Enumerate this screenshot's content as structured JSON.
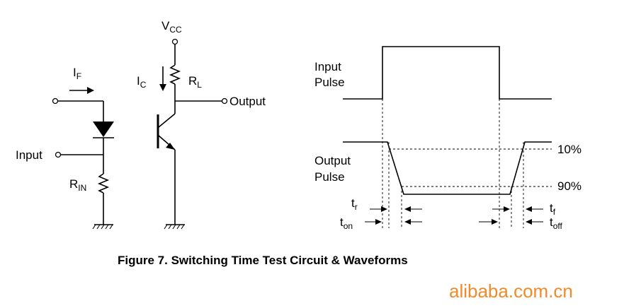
{
  "circuit": {
    "vcc_main": "V",
    "vcc_sub": "CC",
    "if_main": "I",
    "if_sub": "F",
    "ic_main": "I",
    "ic_sub": "C",
    "rl_main": "R",
    "rl_sub": "L",
    "rin_main": "R",
    "rin_sub": "IN",
    "input_label": "Input",
    "output_label": "Output"
  },
  "waveforms": {
    "input_pulse_line1": "Input",
    "input_pulse_line2": "Pulse",
    "output_pulse_line1": "Output",
    "output_pulse_line2": "Pulse",
    "level_10": "10%",
    "level_90": "90%",
    "tr_main": "t",
    "tr_sub": "r",
    "ton_main": "t",
    "ton_sub": "on",
    "tf_main": "t",
    "tf_sub": "f",
    "toff_main": "t",
    "toff_sub": "off"
  },
  "caption": "Figure 7. Switching Time Test Circuit & Waveforms",
  "watermark": "alibaba.com.cn"
}
